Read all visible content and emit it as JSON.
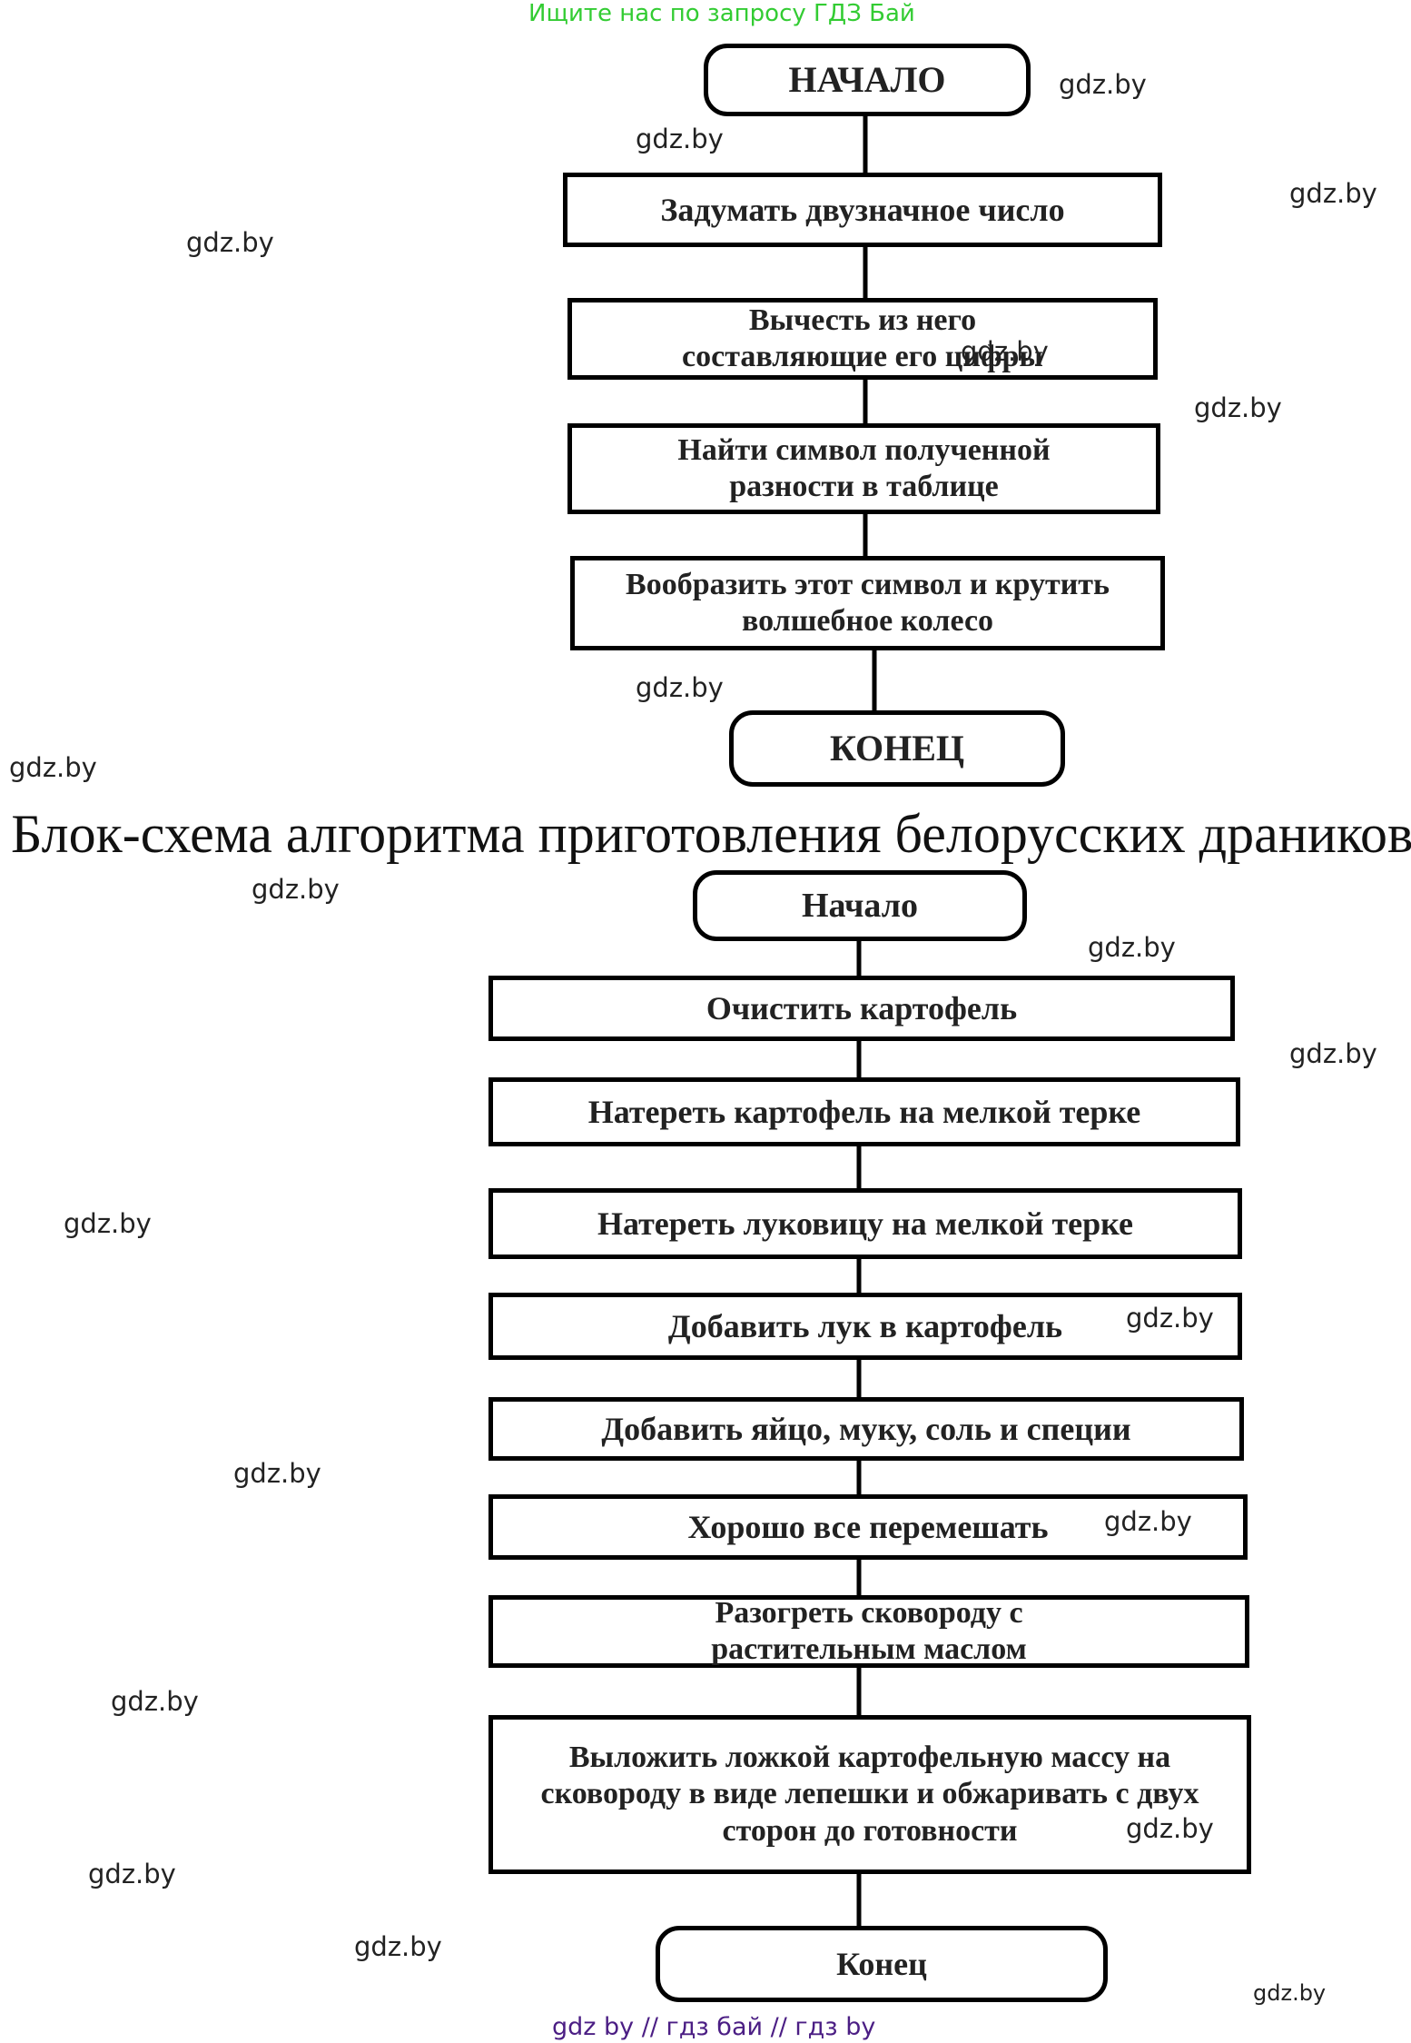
{
  "banner": {
    "text": "Ищите нас по запросу ГДЗ Бай",
    "color": "#33cc33"
  },
  "flowchart_1": {
    "start": "НАЧАЛО",
    "steps": [
      "Задумать двузначное число",
      "Вычесть из него составляющие его цифры",
      "Найти символ полученной разности в таблице",
      "Вообразить этот символ и крутить волшебное колесо"
    ],
    "end": "КОНЕЦ"
  },
  "heading": "Блок-схема алгоритма приготовления белорусских драников:",
  "flowchart_2": {
    "start": "Начало",
    "steps": [
      "Очистить картофель",
      "Натереть картофель на мелкой терке",
      "Натереть луковицу на мелкой терке",
      "Добавить лук в картофель",
      "Добавить яйцо, муку, соль и специи",
      "Хорошо все перемешать",
      "Разогреть сковороду с растительным маслом",
      "Выложить ложкой картофельную массу на сковороду в виде лепешки и обжаривать с двух сторон до готовности"
    ],
    "end": "Конец"
  },
  "watermark": "gdz.by",
  "footer": "gdz by  //  гдз бай  //  гдз by",
  "colors": {
    "footer": "#4b1e84",
    "line": "#000000"
  }
}
